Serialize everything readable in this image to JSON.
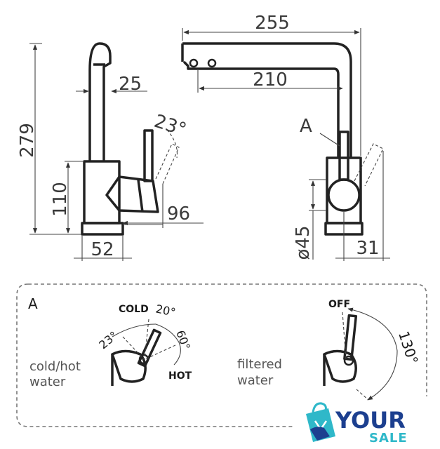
{
  "dimensions": {
    "side_height": "279",
    "side_lower_height": "110",
    "side_spout_diameter": "25",
    "side_angle": "23°",
    "side_lever_reach": "96",
    "side_base_width": "52",
    "front_total_reach": "255",
    "front_spout_reach": "210",
    "front_base_diameter": "ø45",
    "front_lever_offset": "31",
    "detail_ref": "A"
  },
  "detail": {
    "title": "A",
    "cold_label": "COLD",
    "hot_label": "HOT",
    "angle_left": "23°",
    "angle_top": "20°",
    "angle_right": "60°",
    "cold_hot_line1": "cold/hot",
    "cold_hot_line2": "water",
    "off_label": "OFF",
    "filtered_angle": "130°",
    "filtered_line1": "filtered",
    "filtered_line2": "water"
  },
  "logo": {
    "word": "YOUR",
    "sub": "SALE"
  }
}
